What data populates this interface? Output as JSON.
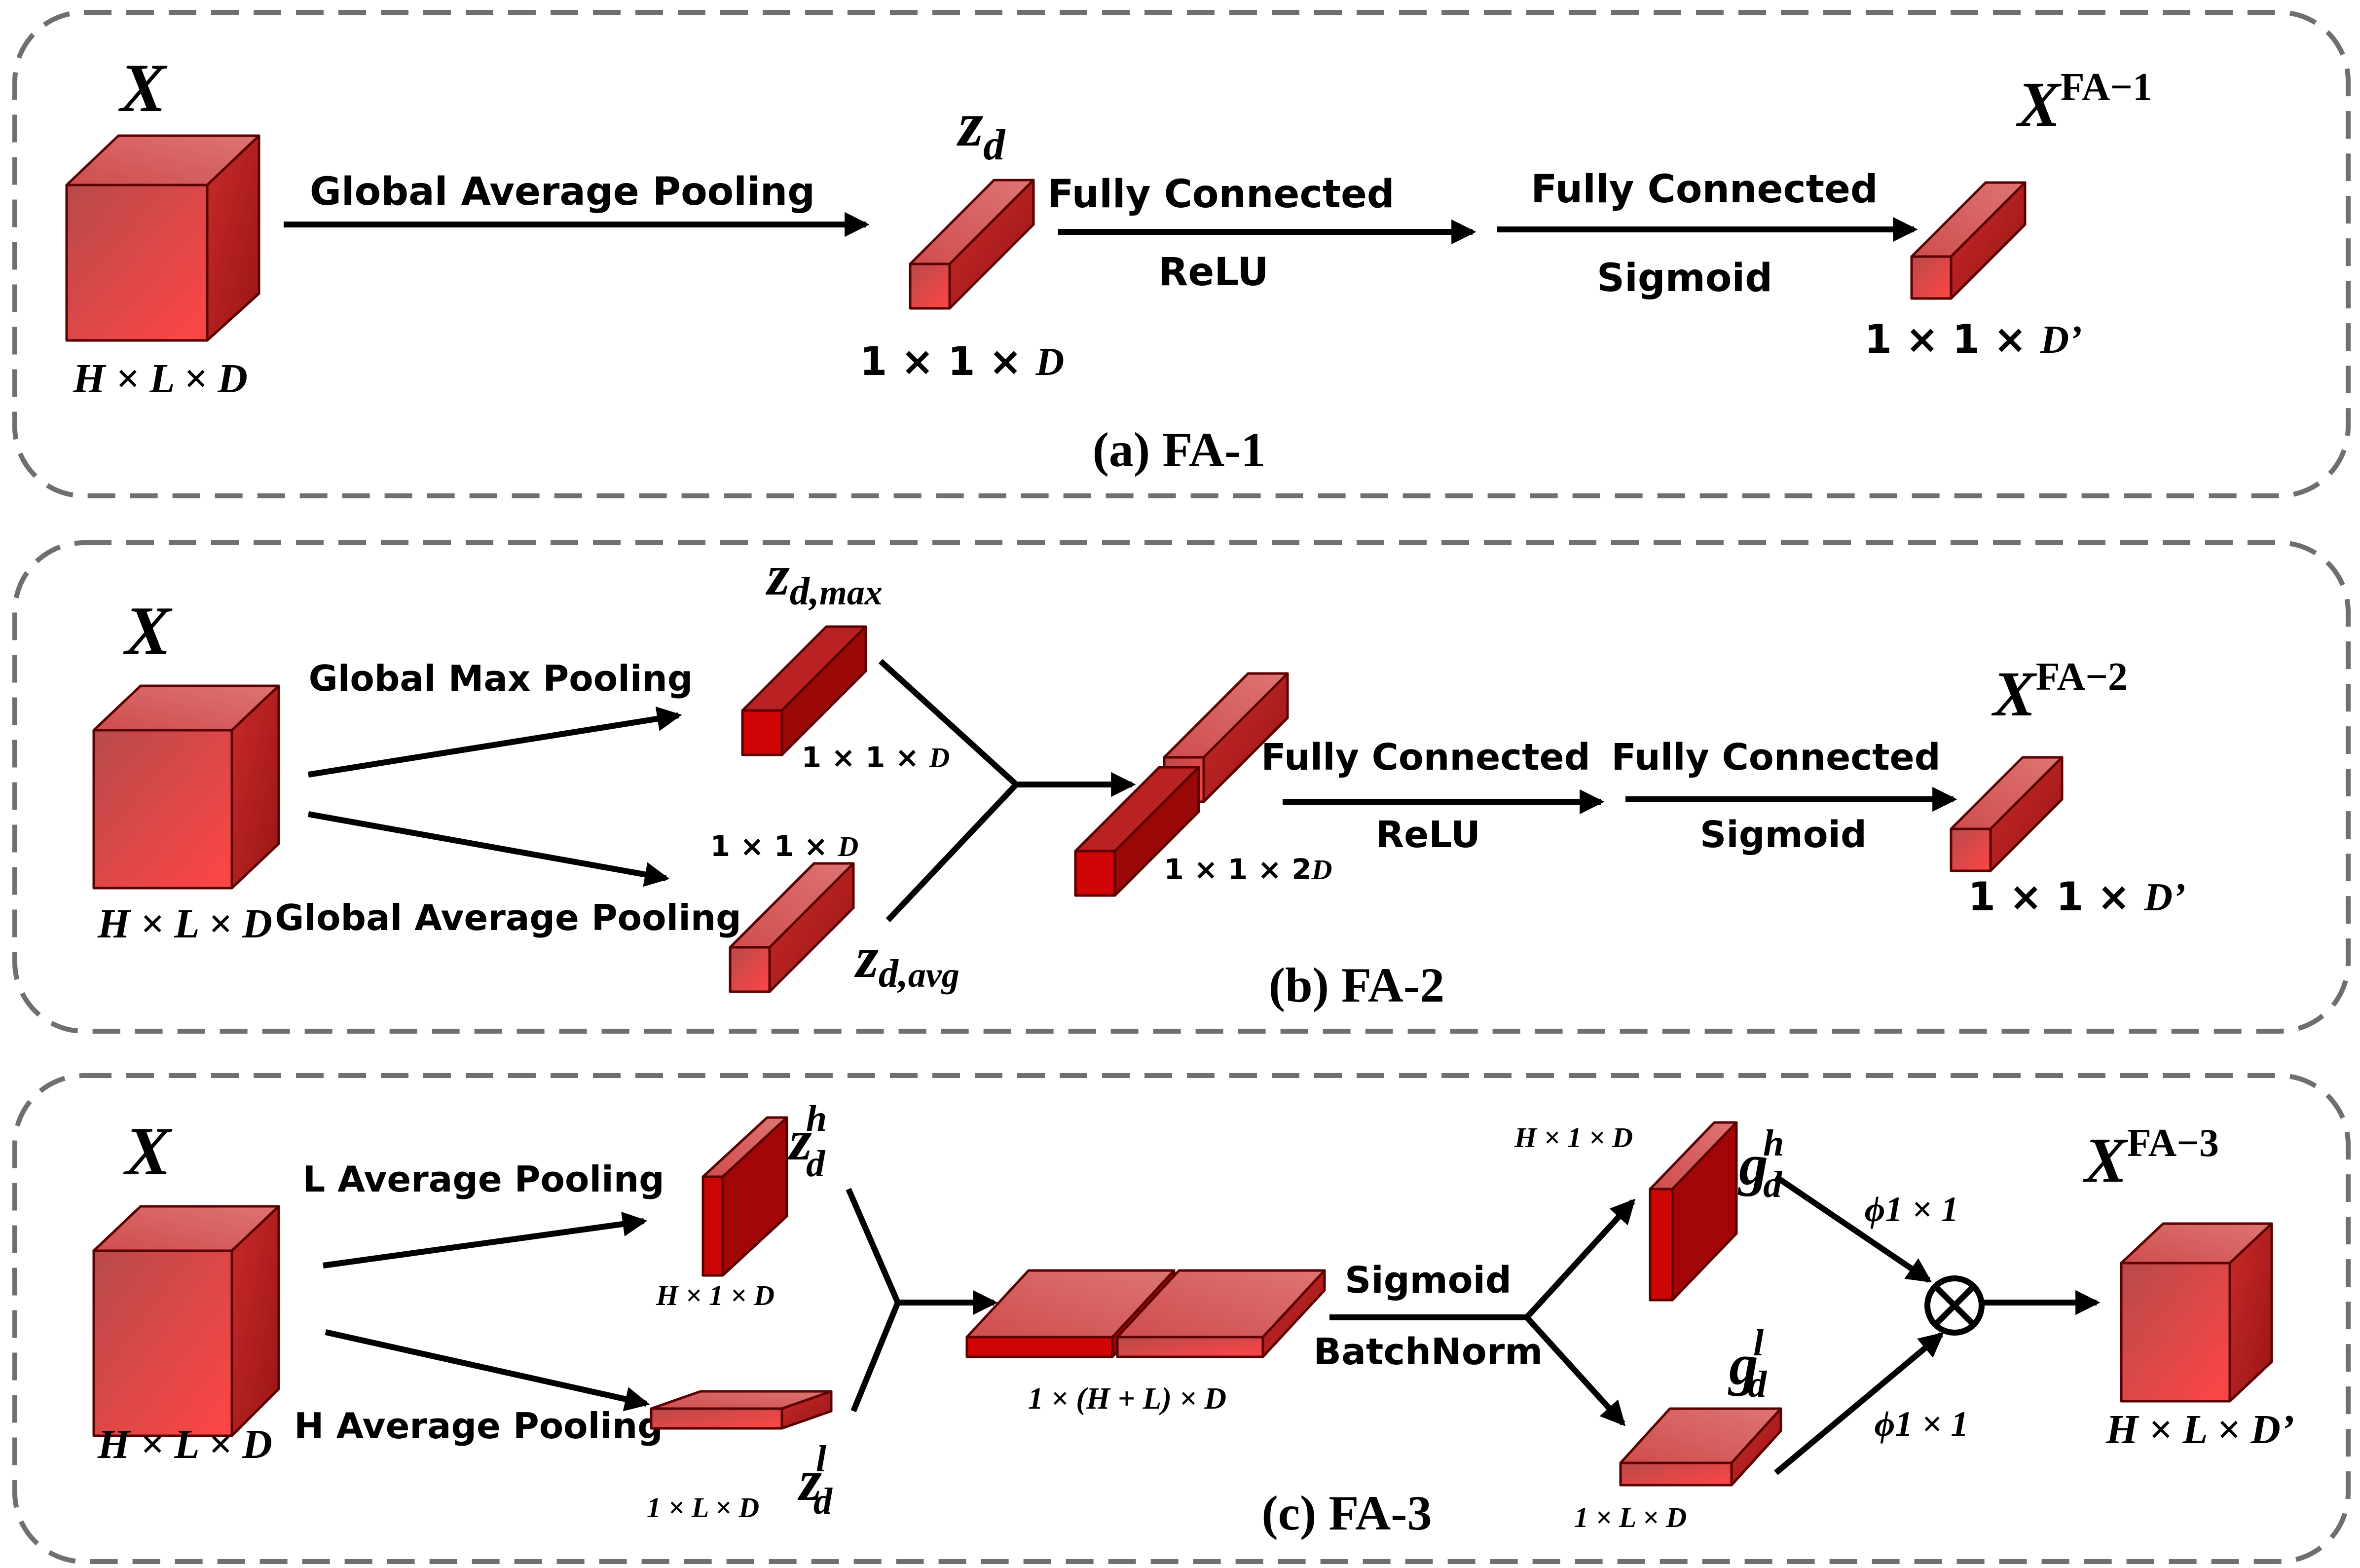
{
  "panels": [
    {
      "caption": "(a) FA-1",
      "input": {
        "symbol": "X",
        "dims": "H × L × D"
      },
      "op_pool": "Global Average Pooling",
      "z": {
        "symbol": "z",
        "sub": "d",
        "dims": "1 × 1 × D"
      },
      "fc1": {
        "top": "Fully Connected",
        "bottom": "ReLU"
      },
      "fc2": {
        "top": "Fully Connected",
        "bottom": "Sigmoid"
      },
      "output": {
        "symbol": "X",
        "sup": "FA−1",
        "dims": "1 × 1 × D’"
      }
    },
    {
      "caption": "(b) FA-2",
      "input": {
        "symbol": "X",
        "dims": "H × L × D"
      },
      "op_max": "Global Max Pooling",
      "op_avg": "Global Average Pooling",
      "z_max": {
        "symbol": "z",
        "sub": "d,",
        "sub_tail": "max",
        "dims": "1 × 1 × D"
      },
      "z_avg": {
        "symbol": "z",
        "sub": "d,",
        "sub_tail": "avg",
        "dims": "1 × 1 × D"
      },
      "concat_dims": "1 × 1 × 2D",
      "fc1": {
        "top": "Fully Connected",
        "bottom": "ReLU"
      },
      "fc2": {
        "top": "Fully Connected",
        "bottom": "Sigmoid"
      },
      "output": {
        "symbol": "X",
        "sup": "FA−2",
        "dims": "1 × 1 × D’"
      }
    },
    {
      "caption": "(c) FA-3",
      "input": {
        "symbol": "X",
        "dims": "H × L × D"
      },
      "op_l": "L Average Pooling",
      "op_h": "H Average Pooling",
      "z_h": {
        "symbol": "z",
        "sub": "d",
        "sup": "h",
        "dims": "H × 1 × D"
      },
      "z_l": {
        "symbol": "z",
        "sub": "d",
        "sup": "l",
        "dims": "1 × L × D"
      },
      "concat_dims": "1 × (H + L) × D",
      "ops": {
        "top": "Sigmoid",
        "bottom": "BatchNorm"
      },
      "g_h": {
        "symbol": "g",
        "sub": "d",
        "sup": "h",
        "dims": "H × 1 × D"
      },
      "g_l": {
        "symbol": "g",
        "sub": "d",
        "sup": "l",
        "dims": "1 × L × D"
      },
      "phi_top": "ϕ1 × 1",
      "phi_bottom": "ϕ1 × 1",
      "output": {
        "symbol": "X",
        "sup": "FA−3",
        "dims": "H × L × D’"
      }
    }
  ],
  "colors": {
    "front_light": "#f64848",
    "front_dark": "#c85a5a",
    "top": "#d45e5e",
    "side": "#a81d1d",
    "deep": "#c10505",
    "panel_border": "#6f6f6f"
  }
}
